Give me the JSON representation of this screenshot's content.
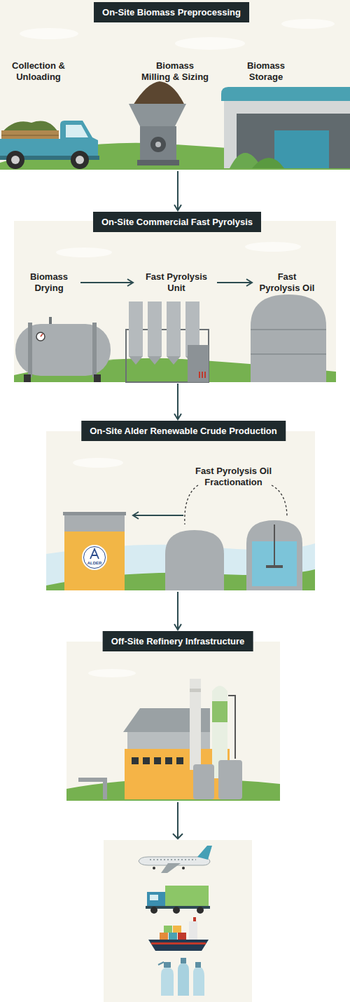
{
  "diagram": {
    "nodes": [
      {
        "text": [
          "On-Site Biomass Preprocessing"
        ]
      },
      {
        "text": [
          "Collection & Unloading"
        ],
        "in": 0
      },
      {
        "text": [
          "Biomass Milling & Sizing"
        ],
        "in": 0
      },
      {
        "text": [
          "Biomass Storage"
        ],
        "in": 0
      },
      {
        "text": [
          "On-Site Commercial Fast Pyrolysis"
        ]
      },
      {
        "text": [
          "Biomass Drying"
        ],
        "in": 4
      },
      {
        "text": [
          "Fast Pyrolysis Unit"
        ],
        "in": 4
      },
      {
        "text": [
          "Fast Pyrolysis Oil"
        ],
        "in": 4
      },
      {
        "text": [
          "On-Site Alder Renewable Crude Production"
        ]
      },
      {
        "text": [
          "ALDER"
        ],
        "in": 8
      },
      {
        "text": [
          "Fast Pyrolysis Oil Fractionation"
        ],
        "in": 8
      },
      {
        "text": [
          "Off-Site Refinery Infrastructure"
        ]
      }
    ],
    "edges": [
      {
        "from": 0,
        "to": 4,
        "arrow": "to"
      },
      {
        "from": 5,
        "to": 6,
        "arrow": "to"
      },
      {
        "from": 6,
        "to": 7,
        "arrow": "to"
      },
      {
        "from": 4,
        "to": 8,
        "arrow": "to"
      },
      {
        "from": 10,
        "to": 9,
        "arrow": "to"
      },
      {
        "from": 8,
        "to": 11,
        "arrow": "to"
      }
    ]
  }
}
